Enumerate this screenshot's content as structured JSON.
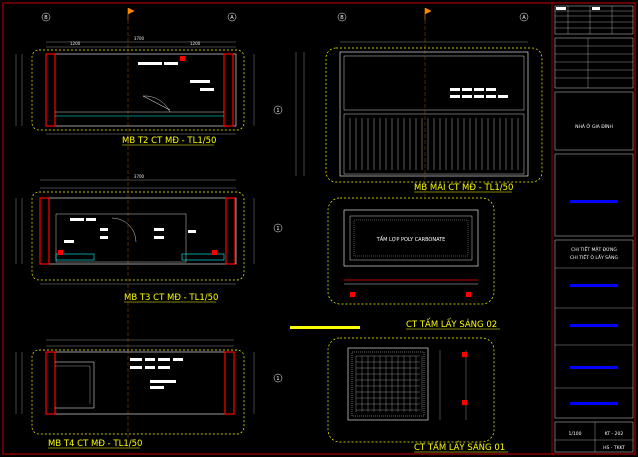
{
  "colors": {
    "background": "#000000",
    "border": "#ff0000",
    "wall": "#ff0000",
    "dashed_frame": "#ffff00",
    "label": "#ffff00",
    "line": "#ffffff",
    "cyan": "#00ffff",
    "blue_bar": "#0000ff",
    "axis_marker": "#ff8800"
  },
  "axis_marks": [
    "B",
    "A",
    "1"
  ],
  "views": {
    "t2": {
      "label": "MB T2 CT MĐ - TL1/50"
    },
    "t3": {
      "label": "MB T3 CT MĐ - TL1/50"
    },
    "t4": {
      "label": "MB T4 CT MĐ - TL1/50"
    },
    "mai": {
      "label": "MB MÁI CT MĐ - TL1/50"
    },
    "lay2": {
      "label": "CT TẤM LẤY SÁNG 02",
      "inner_note": "TẤM LỢP POLY CARBONATE"
    },
    "lay1": {
      "label": "CT TẤM LẤY SÁNG 01"
    }
  },
  "title_block": {
    "project": "NHÀ Ở GIA ĐÌNH",
    "content_line1": "CHI TIẾT MẶT ĐỨNG",
    "content_line2": "CHI TIẾT Ô LẤY SÁNG",
    "scale": "1/100",
    "sheet": "KT - 202",
    "code": "HS - TKKT"
  }
}
